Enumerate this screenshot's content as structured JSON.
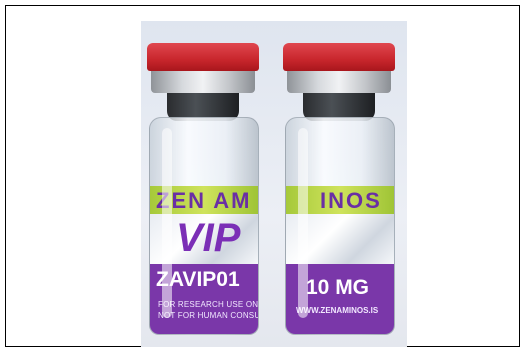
{
  "vials": {
    "left": {
      "brand_fragment": "ZEN AM",
      "product_code": "VIP",
      "lot": "ZAVIP01",
      "notice_line1": "FOR RESEARCH USE ONLY",
      "notice_line2": "NOT FOR HUMAN CONSUMPTION"
    },
    "right": {
      "brand_fragment": "INOS",
      "dose": "10 MG",
      "website": "WWW.ZENAMINOS.IS"
    }
  },
  "colors": {
    "cap": "#c8262c",
    "label_green": "#cfe35c",
    "label_purple": "#7a37a9",
    "text_purple": "#6a2fa5"
  }
}
